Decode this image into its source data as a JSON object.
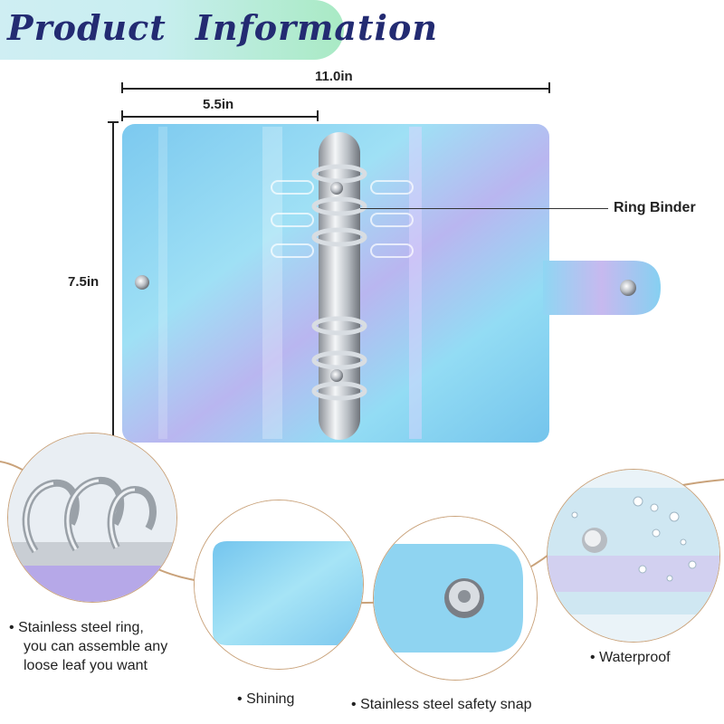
{
  "header": {
    "title": "Product Information"
  },
  "dimensions": {
    "width_total": "11.0in",
    "width_half": "5.5in",
    "height": "7.5in"
  },
  "callouts": {
    "ring_binder": "Ring Binder"
  },
  "features": [
    {
      "bullet": "•",
      "lines": [
        "Stainless steel ring,",
        "you can assemble any",
        "loose leaf you want"
      ]
    },
    {
      "bullet": "•",
      "lines": [
        "Shining"
      ]
    },
    {
      "bullet": "•",
      "lines": [
        "Stainless steel safety snap"
      ]
    },
    {
      "bullet": "•",
      "lines": [
        "Waterproof"
      ]
    }
  ],
  "colors": {
    "banner_text": "#232b72",
    "cover_blue": "#8fd3f0",
    "accent_wire": "#c9a27a"
  }
}
